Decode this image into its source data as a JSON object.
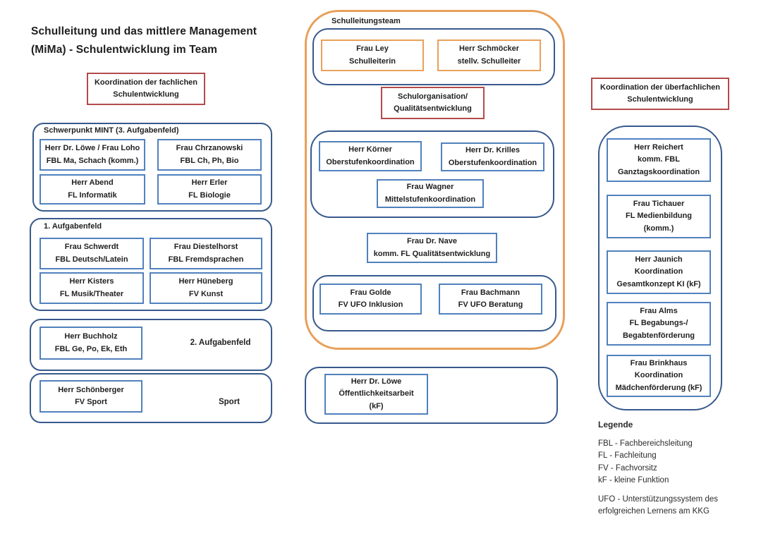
{
  "colors": {
    "blue_dark": "#37598c",
    "blue_light": "#5081bd",
    "orange": "#e9a05a",
    "red": "#b34b4b"
  },
  "title": {
    "line1": "Schulleitung und das mittlere Management",
    "line2": "(MiMa) - Schulentwicklung im Team"
  },
  "left": {
    "header": {
      "line1": "Koordination der fachlichen",
      "line2": "Schulentwicklung"
    },
    "mint": {
      "title": "Schwerpunkt MINT (3. Aufgabenfeld)",
      "boxes": [
        {
          "line1": "Herr Dr. Löwe / Frau Loho",
          "line2": "FBL Ma, Schach (komm.)"
        },
        {
          "line1": "Frau Chrzanowski",
          "line2": "FBL Ch, Ph, Bio"
        },
        {
          "line1": "Herr Abend",
          "line2": "FL Informatik"
        },
        {
          "line1": "Herr Erler",
          "line2": "FL Biologie"
        }
      ]
    },
    "feld1": {
      "title": "1. Aufgabenfeld",
      "boxes": [
        {
          "line1": "Frau Schwerdt",
          "line2": "FBL Deutsch/Latein"
        },
        {
          "line1": "Frau Diestelhorst",
          "line2": "FBL Fremdsprachen"
        },
        {
          "line1": "Herr Kisters",
          "line2": "FL Musik/Theater"
        },
        {
          "line1": "Herr Hüneberg",
          "line2": "FV Kunst"
        }
      ]
    },
    "feld2": {
      "label": "2. Aufgabenfeld",
      "box": {
        "line1": "Herr Buchholz",
        "line2": "FBL Ge, Po, Ek, Eth"
      }
    },
    "sport": {
      "label": "Sport",
      "box": {
        "line1": "Herr Schönberger",
        "line2": "FV Sport"
      }
    }
  },
  "center": {
    "team_label": "Schulleitungsteam",
    "leaders": [
      {
        "line1": "Frau Ley",
        "line2": "Schulleiterin"
      },
      {
        "line1": "Herr Schmöcker",
        "line2": "stellv. Schulleiter"
      }
    ],
    "header": {
      "line1": "Schulorganisation/",
      "line2": "Qualitätsentwicklung"
    },
    "stufen": [
      {
        "line1": "Herr Körner",
        "line2": "Oberstufenkoordination"
      },
      {
        "line1": "Herr Dr. Krilles",
        "line2": "Oberstufenkoordination"
      },
      {
        "line1": "Frau Wagner",
        "line2": "Mittelstufenkoordination"
      }
    ],
    "nave": {
      "line1": "Frau Dr. Nave",
      "line2": "komm. FL Qualitätsentwicklung"
    },
    "ufo": [
      {
        "line1": "Frau Golde",
        "line2": "FV UFO Inklusion"
      },
      {
        "line1": "Frau Bachmann",
        "line2": "FV UFO Beratung"
      }
    ],
    "public": {
      "line1": "Herr Dr. Löwe",
      "line2": "Öffentlichkeitsarbeit",
      "line3": "(kF)"
    }
  },
  "right": {
    "header": {
      "line1": "Koordination der überfachlichen",
      "line2": "Schulentwicklung"
    },
    "boxes": [
      {
        "line1": "Herr Reichert",
        "line2": "komm. FBL",
        "line3": "Ganztagskoordination"
      },
      {
        "line1": "Frau Tichauer",
        "line2": "FL Medienbildung",
        "line3": "(komm.)"
      },
      {
        "line1": "Herr Jaunich",
        "line2": "Koordination",
        "line3": "Gesamtkonzept KI (kF)"
      },
      {
        "line1": "Frau Alms",
        "line2": "FL Begabungs-/",
        "line3": "Begabtenförderung"
      },
      {
        "line1": "Frau Brinkhaus",
        "line2": "Koordination",
        "line3": "Mädchenförderung (kF)"
      }
    ]
  },
  "legend": {
    "title": "Legende",
    "items": [
      "FBL - Fachbereichsleitung",
      "FL   - Fachleitung",
      "FV  - Fachvorsitz",
      "kF  - kleine Funktion"
    ],
    "ufo_line1": "UFO - Unterstützungssystem des",
    "ufo_line2": "erfolgreichen Lernens am KKG"
  }
}
